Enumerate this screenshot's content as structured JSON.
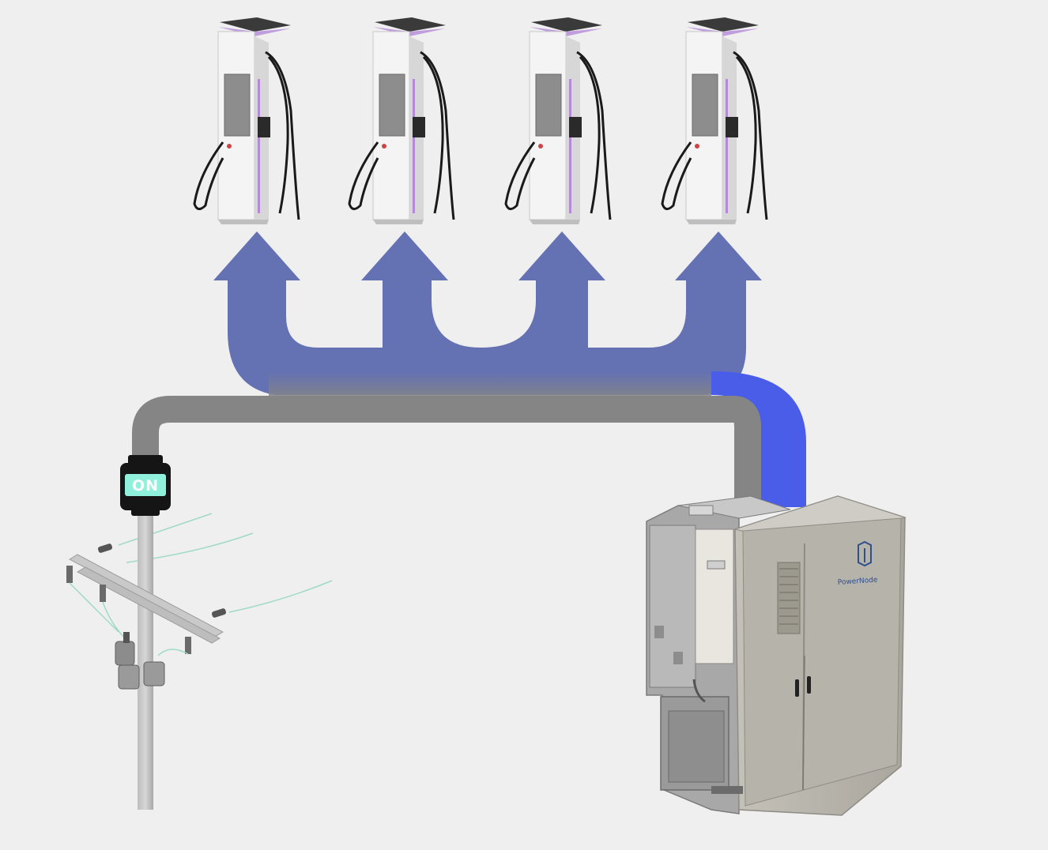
{
  "switch": {
    "label": "ON"
  },
  "battery_cabinet": {
    "brand": "PowerNode"
  },
  "chargers": [
    {
      "id": "charger-1"
    },
    {
      "id": "charger-2"
    },
    {
      "id": "charger-3"
    },
    {
      "id": "charger-4"
    }
  ],
  "colors": {
    "background": "#efefef",
    "grid_line": "#858585",
    "battery_flow": "#4a5de8",
    "charger_flow": "#6471b3",
    "switch_body": "#151515",
    "switch_display": "#8ff0dc",
    "charger_accent": "#b48ad8",
    "cabinet": "#b6b3ab"
  }
}
